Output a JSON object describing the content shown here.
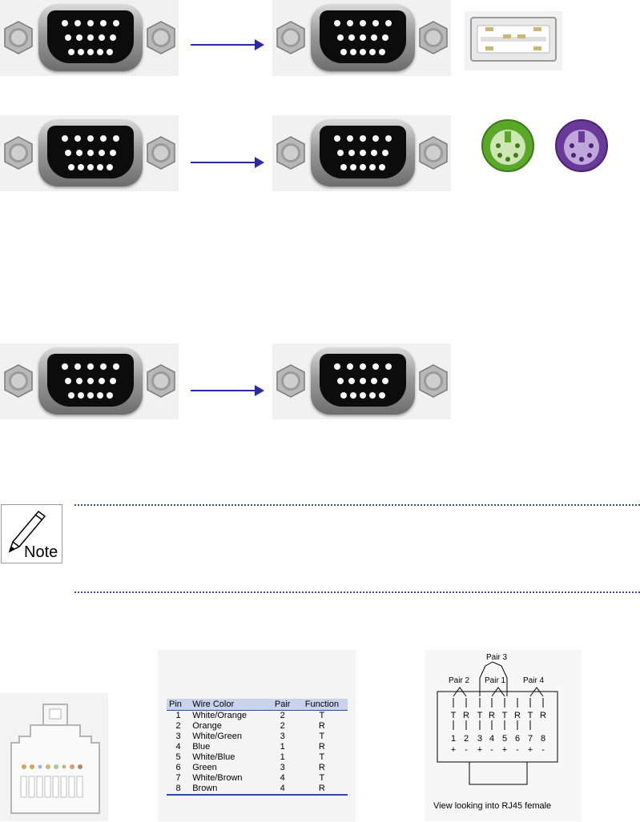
{
  "note": {
    "label": "Note"
  },
  "pinout_table": {
    "headers": [
      "Pin",
      "Wire Color",
      "Pair",
      "Function"
    ],
    "rows": [
      [
        "1",
        "White/Orange",
        "2",
        "T"
      ],
      [
        "2",
        "Orange",
        "2",
        "R"
      ],
      [
        "3",
        "White/Green",
        "3",
        "T"
      ],
      [
        "4",
        "Blue",
        "1",
        "R"
      ],
      [
        "5",
        "White/Blue",
        "1",
        "T"
      ],
      [
        "6",
        "Green",
        "3",
        "R"
      ],
      [
        "7",
        "White/Brown",
        "4",
        "T"
      ],
      [
        "8",
        "Brown",
        "4",
        "R"
      ]
    ]
  },
  "rj45_diagram": {
    "pair_labels": [
      "Pair 2",
      "Pair 3",
      "Pair 1",
      "Pair 4"
    ],
    "functions": [
      "T",
      "R",
      "T",
      "R",
      "T",
      "R",
      "T",
      "R"
    ],
    "pins": [
      "1",
      "2",
      "3",
      "4",
      "5",
      "6",
      "7",
      "8"
    ],
    "polarity": [
      "+",
      "-",
      "+",
      "-",
      "+",
      "-",
      "+",
      "-"
    ],
    "caption": "View looking into RJ45 female"
  },
  "colors": {
    "arrow": "#2b2ba0",
    "ps2_keyboard": "#5aa82a",
    "ps2_mouse": "#6a3a9a",
    "dotted_rule": "#3b4aa8",
    "table_header": "#c9d3ee"
  }
}
